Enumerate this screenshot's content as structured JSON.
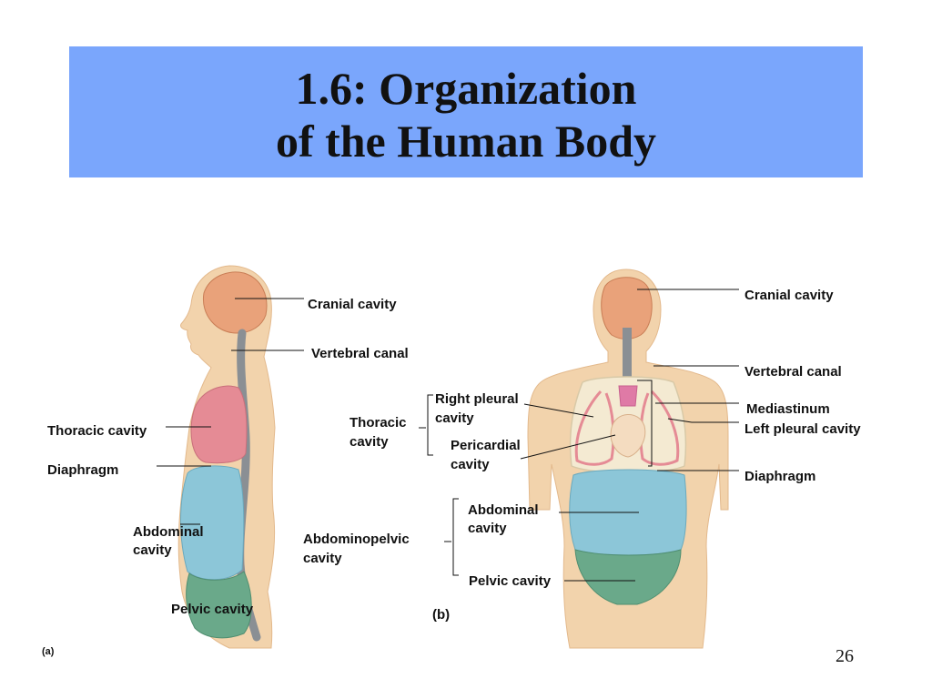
{
  "slide": {
    "title_line1": "1.6: Organization",
    "title_line2": "of the Human Body",
    "page_number": "26"
  },
  "figure_a": {
    "panel_label": "(a)",
    "labels": {
      "cranial_cavity": "Cranial cavity",
      "vertebral_canal": "Vertebral canal",
      "thoracic_cavity": "Thoracic cavity",
      "diaphragm": "Diaphragm",
      "abdominal_cavity_1": "Abdominal",
      "abdominal_cavity_2": "cavity",
      "pelvic_cavity": "Pelvic cavity"
    }
  },
  "figure_b": {
    "panel_label": "(b)",
    "labels": {
      "cranial_cavity": "Cranial cavity",
      "vertebral_canal": "Vertebral canal",
      "thoracic_cavity_1": "Thoracic",
      "thoracic_cavity_2": "cavity",
      "right_pleural_cavity_1": "Right pleural",
      "right_pleural_cavity_2": "cavity",
      "pericardial_cavity_1": "Pericardial",
      "pericardial_cavity_2": "cavity",
      "mediastinum": "Mediastinum",
      "left_pleural_cavity": "Left pleural cavity",
      "diaphragm": "Diaphragm",
      "abdominopelvic_cavity_1": "Abdominopelvic",
      "abdominopelvic_cavity_2": "cavity",
      "abdominal_cavity_1": "Abdominal",
      "abdominal_cavity_2": "cavity",
      "pelvic_cavity": "Pelvic cavity"
    }
  },
  "colors": {
    "title_band": "#7aa6fc",
    "skin": "#f2d3ac",
    "bone": "#f4ead2",
    "cranial": "#e9a27a",
    "thoracic": "#e58b95",
    "abdominal": "#8cc6d8",
    "pelvic": "#6aa98a",
    "spine": "#8a8f94"
  }
}
